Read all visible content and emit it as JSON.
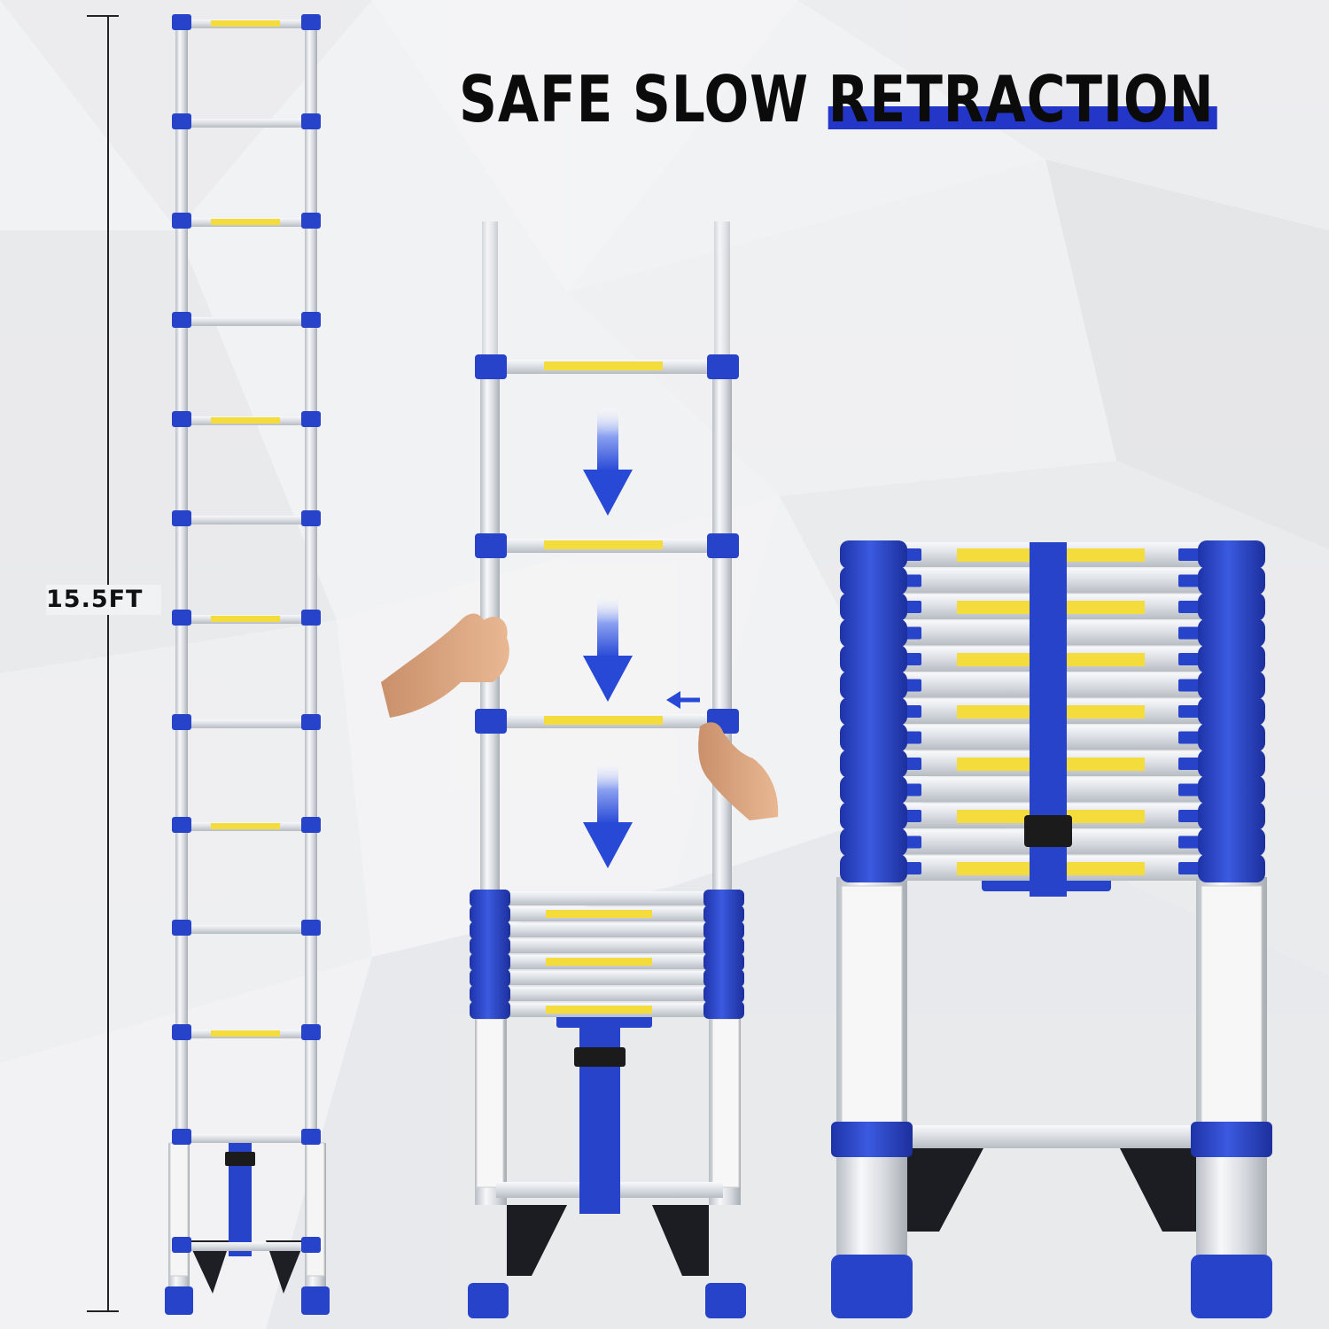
{
  "headline": {
    "part1": "SAFE SLOW",
    "part2": "RETRACTION",
    "highlight_color": "#2336c8",
    "text_color": "#0b0b0b"
  },
  "dimension": {
    "label": "15.5FT"
  },
  "colors": {
    "ladder_blue": "#2743c9",
    "ladder_silver": "#dfe2e6",
    "warning_label": "#f4dc3c",
    "arrow_blue": "#2749d6",
    "background": "#f1f2f4"
  },
  "icons": [
    "down-arrow-icon",
    "left-arrow-icon",
    "hand-icon",
    "strap-buckle-icon"
  ]
}
